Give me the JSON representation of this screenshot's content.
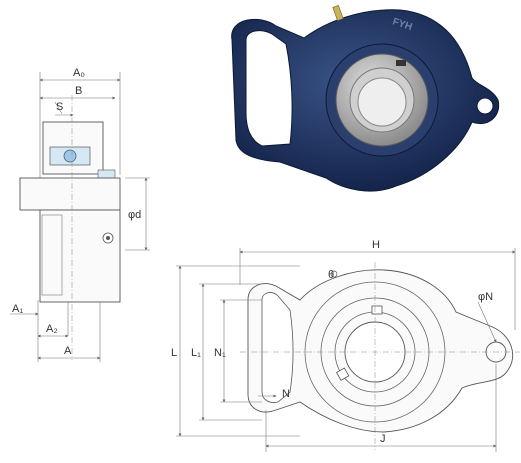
{
  "side_view": {
    "labels": {
      "a0": "A₀",
      "b": "B",
      "s": "S",
      "phi_d": "φd",
      "a1": "A₁",
      "a2": "A₂",
      "a": "A"
    }
  },
  "front_view": {
    "labels": {
      "h": "H",
      "phi_n": "φN",
      "l": "L",
      "l1": "L₁",
      "n1": "N₁",
      "n": "N",
      "j": "J",
      "theta": "θ"
    }
  },
  "photo": {
    "housing_marking": "FYH",
    "colors": {
      "housing": "#1f3560",
      "bearing": "#b8b8b8",
      "bore": "#e6e6e6"
    }
  }
}
